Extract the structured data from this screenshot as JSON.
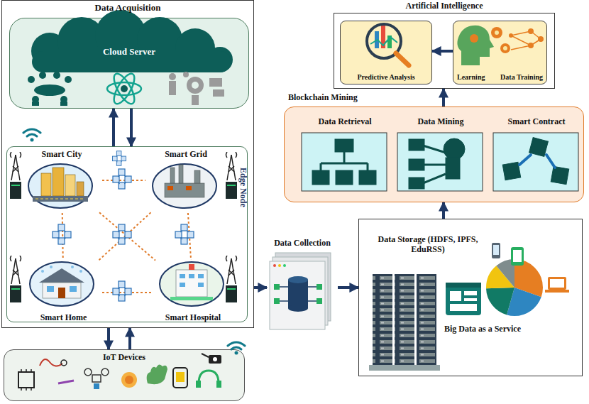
{
  "diagram": {
    "nodes": [
      {
        "text": [
          "Data Acquisition"
        ]
      },
      {
        "text": [
          "Cloud Server"
        ],
        "in": 0
      },
      {
        "text": [
          "Edge Node"
        ],
        "in": 0
      },
      {
        "text": [
          "Smart City"
        ],
        "in": 2
      },
      {
        "text": [
          "Smart Grid"
        ],
        "in": 2
      },
      {
        "text": [
          "Smart Home"
        ],
        "in": 2
      },
      {
        "text": [
          "Smart Hospital"
        ],
        "in": 2
      },
      {
        "text": [
          "IoT Devices"
        ]
      },
      {
        "text": [
          "Data Collection"
        ]
      },
      {
        "text": [
          "Data Storage (HDFS, IPFS, EduRSS)",
          "Big Data as a Service"
        ]
      },
      {
        "text": [
          "Blockchain Mining"
        ]
      },
      {
        "text": [
          "Data Retrieval"
        ],
        "in": 10
      },
      {
        "text": [
          "Data Mining"
        ],
        "in": 10
      },
      {
        "text": [
          "Smart Contract"
        ],
        "in": 10
      },
      {
        "text": [
          "Artificial Intelligence"
        ]
      },
      {
        "text": [
          "Predictive Analysis"
        ],
        "in": 14
      },
      {
        "text": [
          "Learning",
          "Data Training"
        ],
        "in": 14
      }
    ],
    "edges": [
      {
        "from": 2,
        "to": 1,
        "arrow": "to"
      },
      {
        "from": 1,
        "to": 2,
        "arrow": "to"
      },
      {
        "from": 7,
        "to": 0,
        "arrow": "to"
      },
      {
        "from": 0,
        "to": 7,
        "arrow": "to"
      },
      {
        "from": 0,
        "to": 8,
        "arrow": "to"
      },
      {
        "from": 8,
        "to": 9,
        "arrow": "to"
      },
      {
        "from": 9,
        "to": 10,
        "arrow": "to"
      },
      {
        "from": 10,
        "to": 14,
        "arrow": "to"
      },
      {
        "from": 16,
        "to": 15,
        "arrow": "to"
      },
      {
        "from": 3,
        "to": 4,
        "arrow": "none"
      },
      {
        "from": 3,
        "to": 5,
        "arrow": "none"
      },
      {
        "from": 4,
        "to": 6,
        "arrow": "none"
      },
      {
        "from": 5,
        "to": 6,
        "arrow": "none"
      },
      {
        "from": 3,
        "to": 6,
        "arrow": "none"
      },
      {
        "from": 4,
        "to": 5,
        "arrow": "none"
      }
    ]
  }
}
